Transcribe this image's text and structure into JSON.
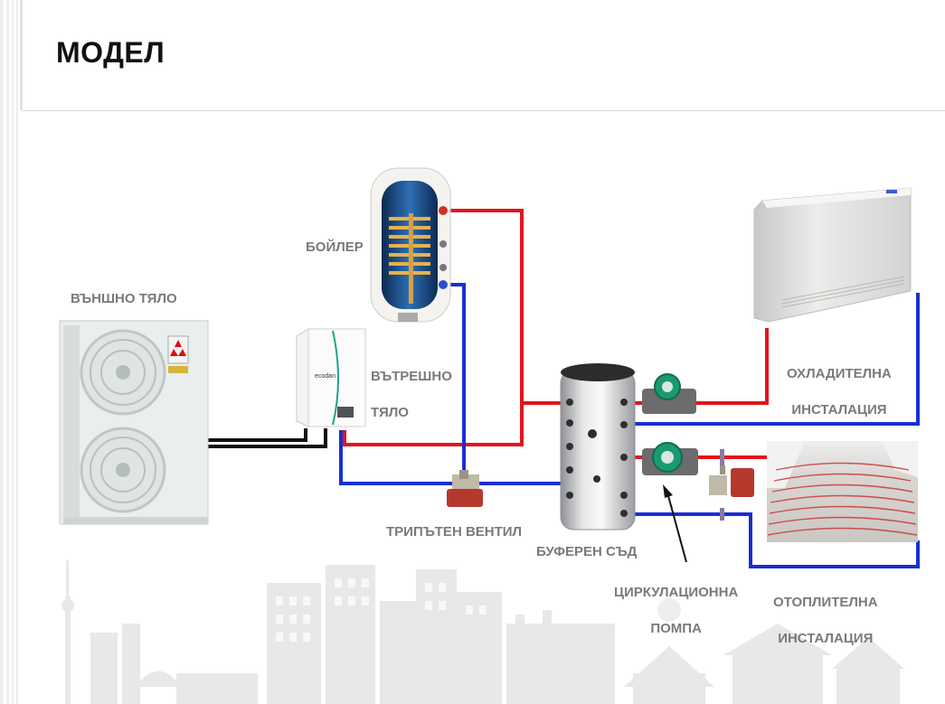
{
  "title": "МОДЕЛ",
  "labels": {
    "outdoor": "ВЪНШНО ТЯЛО",
    "boiler": "БОЙЛЕР",
    "indoor_1": "ВЪТРЕШНО",
    "indoor_2": "ТЯЛО",
    "cooling_1": "ОХЛАДИТЕЛНА",
    "cooling_2": "ИНСТАЛАЦИЯ",
    "valve": "ТРИПЪТЕН ВЕНТИЛ",
    "buffer": "БУФЕРЕН СЪД",
    "pump_1": "ЦИРКУЛАЦИОННА",
    "pump_2": "ПОМПА",
    "heating_1": "ОТОПЛИТЕЛНА",
    "heating_2": "ИНСТАЛАЦИЯ"
  },
  "indoor_unit_brand": "ecodan",
  "colors": {
    "hot_pipe": "#e3141c",
    "cold_pipe": "#1a2fd0",
    "pump_green": "#1a9a73",
    "valve_red": "#b5382c",
    "skyline_gray": "#e7e7e7",
    "label_gray": "#7a7a7a"
  },
  "icons": [
    "outdoor-unit-icon",
    "indoor-unit-icon",
    "boiler-tank-icon",
    "buffer-tank-icon",
    "circulation-pump-icon",
    "three-way-valve-icon",
    "fan-coil-icon",
    "floor-heating-icon",
    "city-skyline-icon"
  ]
}
